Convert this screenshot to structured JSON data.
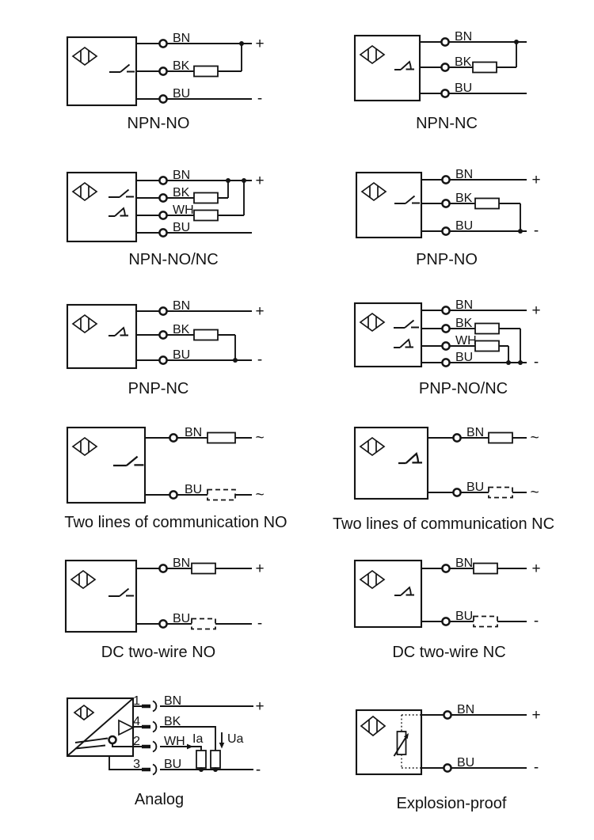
{
  "page": {
    "background": "#ffffff",
    "line_color": "#141414"
  },
  "diagrams": [
    {
      "title": "NPN-NO",
      "wires": [
        "BN",
        "BK",
        "BU"
      ],
      "plus": "+",
      "minus": "-"
    },
    {
      "title": "NPN-NC",
      "wires": [
        "BN",
        "BK",
        "BU"
      ]
    },
    {
      "title": "NPN-NO/NC",
      "wires": [
        "BN",
        "BK",
        "WH",
        "BU"
      ],
      "plus": "+"
    },
    {
      "title": "PNP-NO",
      "wires": [
        "BN",
        "BK",
        "BU"
      ],
      "plus": "+",
      "minus": "-"
    },
    {
      "title": "PNP-NC",
      "wires": [
        "BN",
        "BK",
        "BU"
      ],
      "plus": "+",
      "minus": "-"
    },
    {
      "title": "PNP-NO/NC",
      "wires": [
        "BN",
        "BK",
        "WH",
        "BU"
      ],
      "plus": "+",
      "minus": "-"
    },
    {
      "title": "Two lines of communication NO",
      "wires": [
        "BN",
        "BU"
      ],
      "ac": [
        "~",
        "~"
      ]
    },
    {
      "title": "Two lines of communication NC",
      "wires": [
        "BN",
        "BU"
      ],
      "ac": [
        "~",
        "~"
      ]
    },
    {
      "title": "DC two-wire NO",
      "wires": [
        "BN",
        "BU"
      ],
      "plus": "+",
      "minus": "-"
    },
    {
      "title": "DC two-wire NC",
      "wires": [
        "BN",
        "BU"
      ],
      "plus": "+",
      "minus": "-"
    },
    {
      "title": "Analog",
      "pins": [
        "1",
        "4",
        "2",
        "3"
      ],
      "wires": [
        "BN",
        "BK",
        "WH",
        "BU"
      ],
      "current_label": "Ia",
      "voltage_label": "Ua",
      "plus": "+",
      "minus": "-"
    },
    {
      "title": "Explosion-proof",
      "wires": [
        "BN",
        "BU"
      ],
      "plus": "+",
      "minus": "-"
    }
  ]
}
